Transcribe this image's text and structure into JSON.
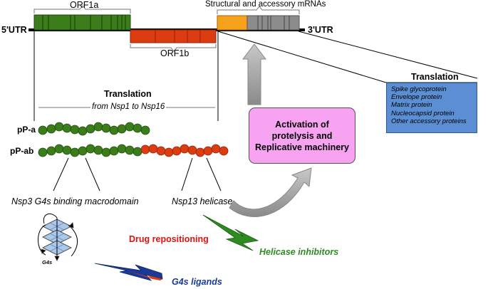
{
  "genome": {
    "utr5": "5'UTR",
    "utr3": "3'UTR",
    "orf1a": "ORF1a",
    "orf1b": "ORF1b",
    "structural": "Structural and accessory mRNAs"
  },
  "translation_left": {
    "title": "Translation",
    "subtitle": "from Nsp1 to Nsp16"
  },
  "polyproteins": {
    "ppa": "pP-a",
    "ppab": "pP-ab"
  },
  "activation": {
    "text": "Activation of\nprotelysis and\nReplicative machinery"
  },
  "translation_right": {
    "title": "Translation",
    "items": [
      "Spike glycoprotein",
      "Envelope protein",
      "Matrix protein",
      "Nucleocapsid protein",
      "Other accessory proteins"
    ]
  },
  "labels": {
    "nsp3": "Nsp3 G4s binding macrodomain",
    "nsp13": "Nsp13 helicase",
    "drug": "Drug repositioning",
    "helicase_inhibitors": "Helicase inhibitors",
    "g4s_ligands": "G4s ligands",
    "g4s": "G4s"
  },
  "colors": {
    "green": "#3a7d1a",
    "red_orange": "#dc3c10",
    "orange": "#f5a11c",
    "gray": "#8c8c8c",
    "pink": "#f7a3f2",
    "blue_box": "#5b8ed2",
    "drug_red": "#e01010",
    "inhibitor_green": "#2e8b22",
    "ligand_blue": "#1a3a9a"
  }
}
